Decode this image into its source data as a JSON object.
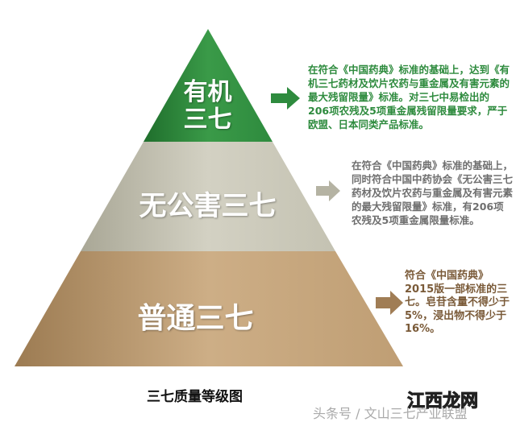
{
  "pyramid": {
    "levels": [
      {
        "label_line1": "有机",
        "label_line2": "三七",
        "color": "#2e8b3e",
        "text_color": "#2e8b3e",
        "description": "在符合《中国药典》标准的基础上，达到《有机三七药材及饮片农药与重金属及有害元素的最大残留限量》标准。对三七中易检出的206项农残及5项重金属残留限量要求，严于欧盟、日本同类产品标准。"
      },
      {
        "label": "无公害三七",
        "color": "#c9c7b8",
        "text_color": "#777",
        "description": "在符合《中国药典》标准的基础上，同时符合中国中药协会《无公害三七药材及饮片农药与重金属及有害元素的最大残留限量》标准，有206项农残及5项重金属限量标准。"
      },
      {
        "label": "普通三七",
        "color": "#c2a37c",
        "text_color": "#7a5a38",
        "description": "符合《中国药典》2015版一部标准的三七。皂苷含量不得少于5%，浸出物不得少于16%。"
      }
    ]
  },
  "caption": "三七质量等级图",
  "watermark": "头条号 / 文山三七产业联盟",
  "logo_text": "江西龙网"
}
